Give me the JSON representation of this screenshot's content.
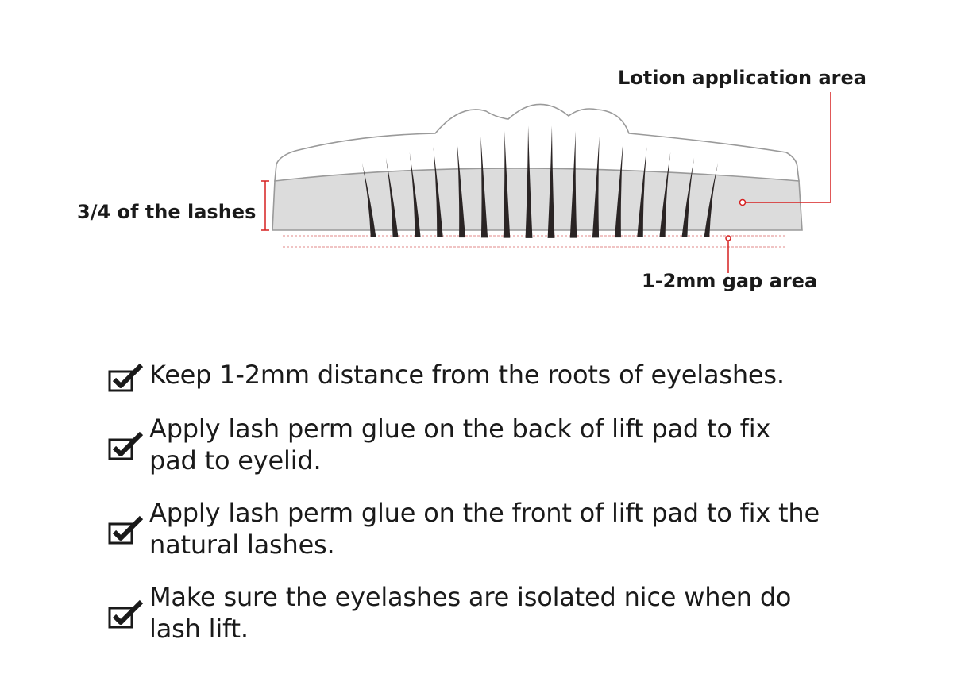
{
  "diagram": {
    "labels": {
      "lotion_area": "Lotion application area",
      "three_quarter_lashes": "3/4 of the lashes",
      "gap_area": "1-2mm gap area"
    },
    "colors": {
      "pad_fill": "#dcdcdc",
      "pad_top_fill": "#ffffff",
      "outline": "#9a9a9a",
      "lash": "#2a2424",
      "annotation_red": "#d62020"
    }
  },
  "tips": [
    {
      "icon": "checkbox-checked-icon",
      "text": "Keep 1-2mm distance from the roots of eyelashes."
    },
    {
      "icon": "checkbox-checked-icon",
      "text": "Apply lash perm glue on the back of lift pad to fix pad to eyelid."
    },
    {
      "icon": "checkbox-checked-icon",
      "text": "Apply lash perm glue on the front of lift pad to fix the natural lashes."
    },
    {
      "icon": "checkbox-checked-icon",
      "text": "Make sure the eyelashes are isolated nice when do lash lift."
    }
  ]
}
